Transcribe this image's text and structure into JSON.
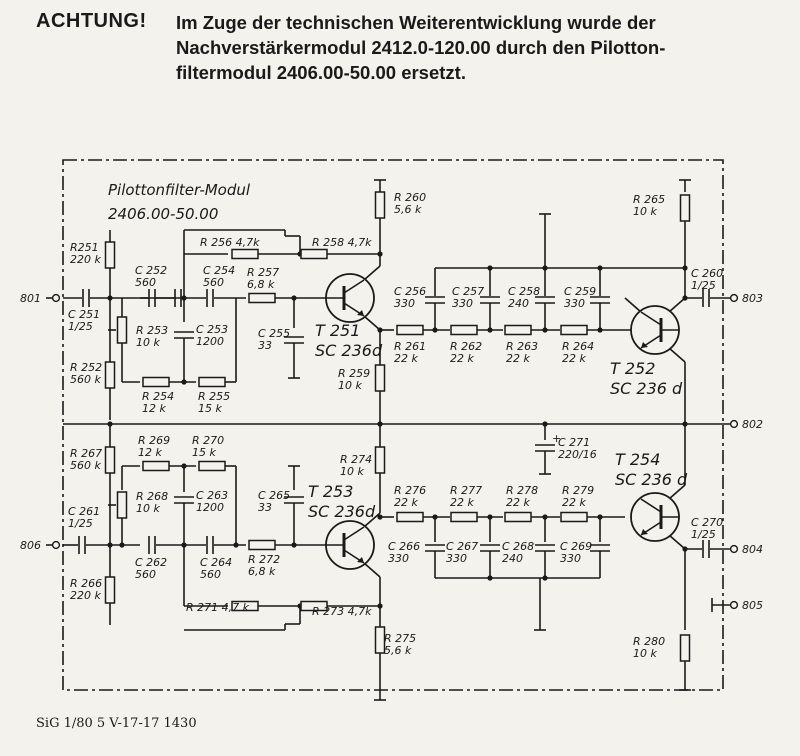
{
  "notice": {
    "label": "ACHTUNG!",
    "lines": [
      "Im Zuge der technischen Weiterentwicklung wurde der",
      "Nachverstärkermodul 2412.0-120.00 durch den Pilotton-",
      "filtermodul 2406.00-50.00 ersetzt."
    ]
  },
  "schematic": {
    "title": "Pilottonfilter-Modul",
    "part_number": "2406.00-50.00",
    "terminals": [
      "801",
      "803",
      "802",
      "806",
      "804",
      "805"
    ],
    "components": {
      "R251": [
        "R251",
        "220 k"
      ],
      "C252": [
        "C 252",
        "560"
      ],
      "C254": [
        "C 254",
        "560"
      ],
      "R256": [
        "R 256 4,7k"
      ],
      "R258": [
        "R 258 4,7k"
      ],
      "R257": [
        "R 257",
        "6,8 k"
      ],
      "R260": [
        "R 260",
        "5,6 k"
      ],
      "R265": [
        "R 265",
        "10 k"
      ],
      "C260": [
        "C 260",
        "1/25"
      ],
      "C251": [
        "C 251",
        "1/25"
      ],
      "R253": [
        "R 253",
        "10 k"
      ],
      "C253": [
        "C 253",
        "1200"
      ],
      "C255": [
        "C 255",
        "33"
      ],
      "T251": [
        "T 251",
        "SC 236d"
      ],
      "C256": [
        "C 256",
        "330"
      ],
      "C257": [
        "C 257",
        "330"
      ],
      "C258": [
        "C 258",
        "240"
      ],
      "C259": [
        "C 259",
        "330"
      ],
      "R261": [
        "R 261",
        "22 k"
      ],
      "R262": [
        "R 262",
        "22 k"
      ],
      "R263": [
        "R 263",
        "22 k"
      ],
      "R264": [
        "R 264",
        "22 k"
      ],
      "R252": [
        "R 252",
        "560 k"
      ],
      "R254": [
        "R 254",
        "12 k"
      ],
      "R255": [
        "R 255",
        "15 k"
      ],
      "R259": [
        "R 259",
        "10 k"
      ],
      "T252": [
        "T 252",
        "SC 236 d"
      ],
      "C271": [
        "C 271",
        "220/16"
      ],
      "R267": [
        "R 267",
        "560 k"
      ],
      "R269": [
        "R 269",
        "12 k"
      ],
      "R270": [
        "R 270",
        "15 k"
      ],
      "R274": [
        "R 274",
        "10 k"
      ],
      "T254": [
        "T 254",
        "SC 236 d"
      ],
      "R268": [
        "R 268",
        "10 k"
      ],
      "C263": [
        "C 263",
        "1200"
      ],
      "C265": [
        "C 265",
        "33"
      ],
      "T253": [
        "T 253",
        "SC 236d"
      ],
      "R276": [
        "R 276",
        "22 k"
      ],
      "R277": [
        "R 277",
        "22 k"
      ],
      "R278": [
        "R 278",
        "22 k"
      ],
      "R279": [
        "R 279",
        "22 k"
      ],
      "C261": [
        "C 261",
        "1/25"
      ],
      "C270": [
        "C 270",
        "1/25"
      ],
      "C262": [
        "C 262",
        "560"
      ],
      "C264": [
        "C 264",
        "560"
      ],
      "R272": [
        "R 272",
        "6,8 k"
      ],
      "C266": [
        "C 266",
        "330"
      ],
      "C267": [
        "C 267",
        "330"
      ],
      "C268": [
        "C 268",
        "240"
      ],
      "C269": [
        "C 269",
        "330"
      ],
      "R266": [
        "R 266",
        "220 k"
      ],
      "R271": [
        "R 271 4,7 k"
      ],
      "R273": [
        "R 273 4,7k"
      ],
      "R275": [
        "R 275",
        "5,6 k"
      ],
      "R280": [
        "R 280",
        "10 k"
      ]
    }
  },
  "footer": "SiG 1/80 5 V-17-17 1430"
}
